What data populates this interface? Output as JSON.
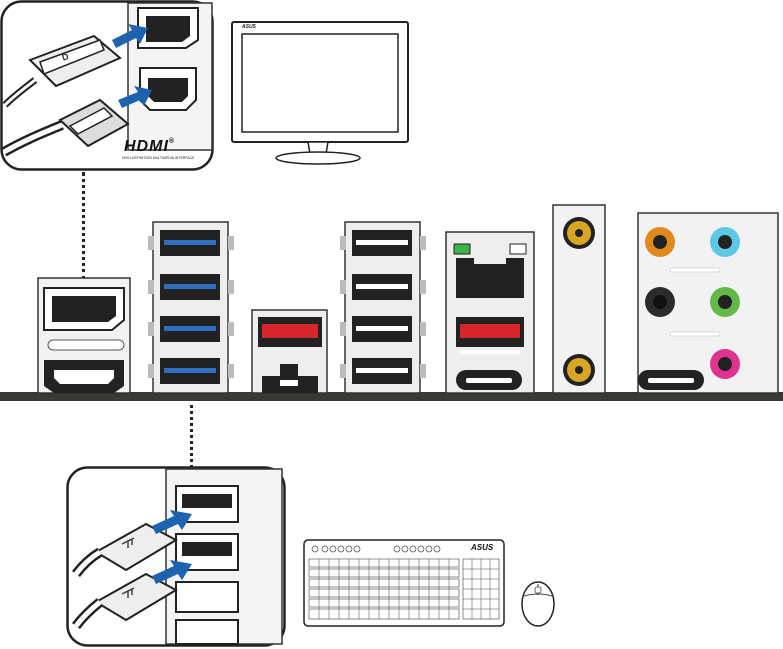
{
  "hdmi_callout": {
    "logo_text": "HDMI",
    "logo_mark": "®",
    "tagline": "HIGH-DEFINITION MULTIMEDIA INTERFACE",
    "plug_symbol": "D"
  },
  "monitor": {
    "brand": "ASUS"
  },
  "keyboard": {
    "brand": "ASUS"
  },
  "colors": {
    "usb_blue": "#2e6fbf",
    "usb_red": "#d7262b",
    "arrow_blue": "#1e63b0",
    "board": "#3a3a34",
    "audio_orange": "#e08a1e",
    "audio_blue": "#5cc8e6",
    "audio_black": "#2b2b2b",
    "audio_green": "#63b947",
    "audio_pink": "#e0338f",
    "antenna_gold": "#d9a623",
    "led_green": "#3bb54a"
  }
}
